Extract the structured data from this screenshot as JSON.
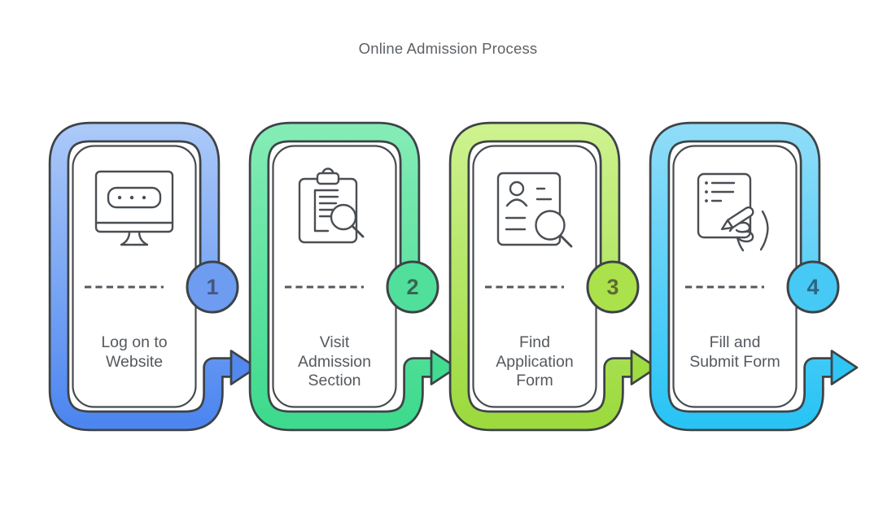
{
  "title": "Online Admission Process",
  "colors": {
    "outline": "#3e4347",
    "inner_border": "#474b50",
    "icon_stroke": "#4a4e53",
    "dash": "#54585e",
    "label_text": "#55595e",
    "title_text": "#5c6166"
  },
  "steps": [
    {
      "num": "1",
      "label": "Log on to\nWebsite",
      "icon": "desktop-monitor-icon",
      "color_top": "#aac8f8",
      "color_bottom": "#4d86f0",
      "badge_color": "#6d9cf1",
      "arrow_color": "#5389ef",
      "num_color": "#46567e"
    },
    {
      "num": "2",
      "label": "Visit\nAdmission\nSection",
      "icon": "clipboard-search-icon",
      "color_top": "#83ecb5",
      "color_bottom": "#3eda8d",
      "badge_color": "#50e09c",
      "arrow_color": "#42dc90",
      "num_color": "#3c6350"
    },
    {
      "num": "3",
      "label": "Find\nApplication\nForm",
      "icon": "profile-search-icon",
      "color_top": "#cdf28e",
      "color_bottom": "#9cda3e",
      "badge_color": "#abe24c",
      "arrow_color": "#9fdc41",
      "num_color": "#5e6b34"
    },
    {
      "num": "4",
      "label": "Fill and\nSubmit Form",
      "icon": "form-pen-icon",
      "color_top": "#8edcf8",
      "color_bottom": "#29c4f5",
      "badge_color": "#47c9f5",
      "arrow_color": "#2fc5f5",
      "num_color": "#2f6480"
    }
  ]
}
